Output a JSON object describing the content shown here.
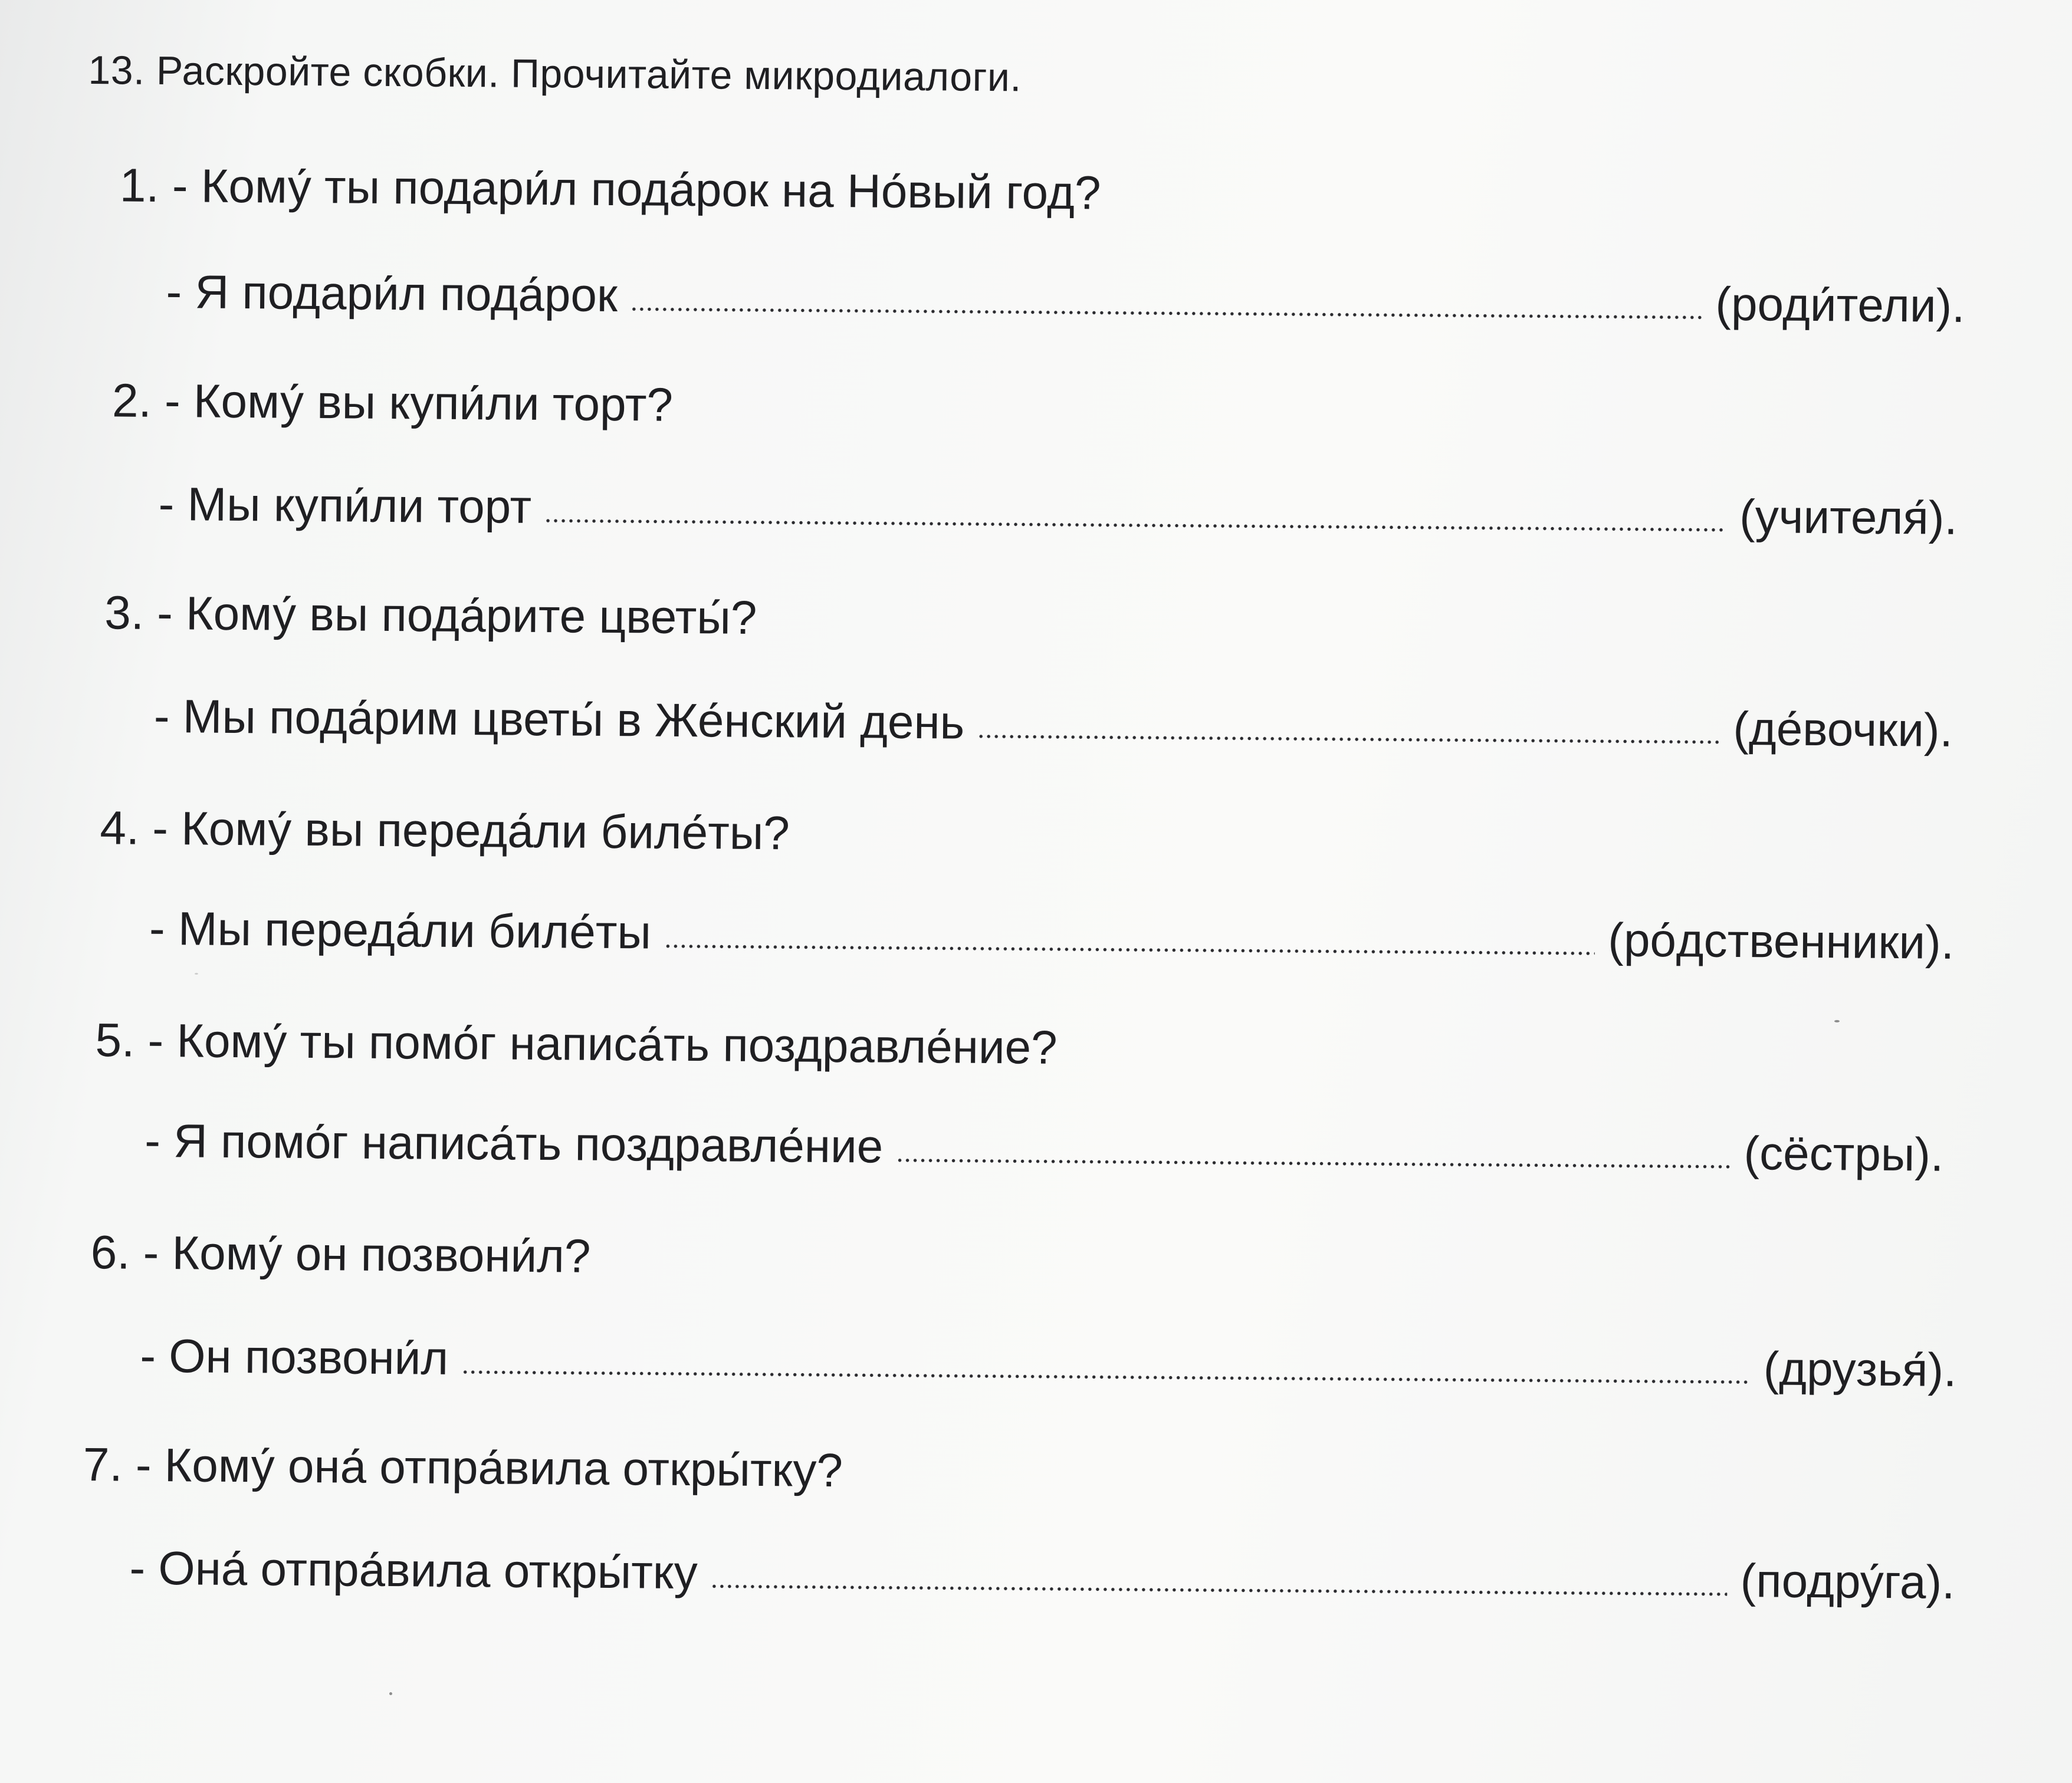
{
  "exercise": {
    "heading": "13. Раскройте скобки. Прочитайте  микродиалоги.",
    "items": [
      {
        "question": "1. - Кому́ ты подари́л пода́рок на Но́вый год?",
        "answer": "- Я подари́л пода́рок",
        "hint": "(роди́тели)."
      },
      {
        "question": "2. - Кому́ вы купи́ли торт?",
        "answer": "- Мы купи́ли торт",
        "hint": "(учителя́)."
      },
      {
        "question": "3. - Кому́ вы пода́рите цветы́?",
        "answer": "- Мы пода́рим цветы́ в Же́нский день",
        "hint": "(де́вочки)."
      },
      {
        "question": "4. - Кому́ вы переда́ли биле́ты?",
        "answer": "- Мы переда́ли биле́ты",
        "hint": "(ро́дственники)."
      },
      {
        "question": "5. - Кому́ ты помо́г написа́ть поздравле́ние?",
        "answer": "- Я помо́г написа́ть поздравле́ние",
        "hint": "(сёстры)."
      },
      {
        "question": "6. - Кому́ он позвони́л?",
        "answer": "- Он позвони́л",
        "hint": "(друзья́)."
      },
      {
        "question": "7. - Кому́ она́ отпра́вила откры́тку?",
        "answer": "- Она́ отпра́вила откры́тку",
        "hint": "(подру́га)."
      }
    ]
  }
}
